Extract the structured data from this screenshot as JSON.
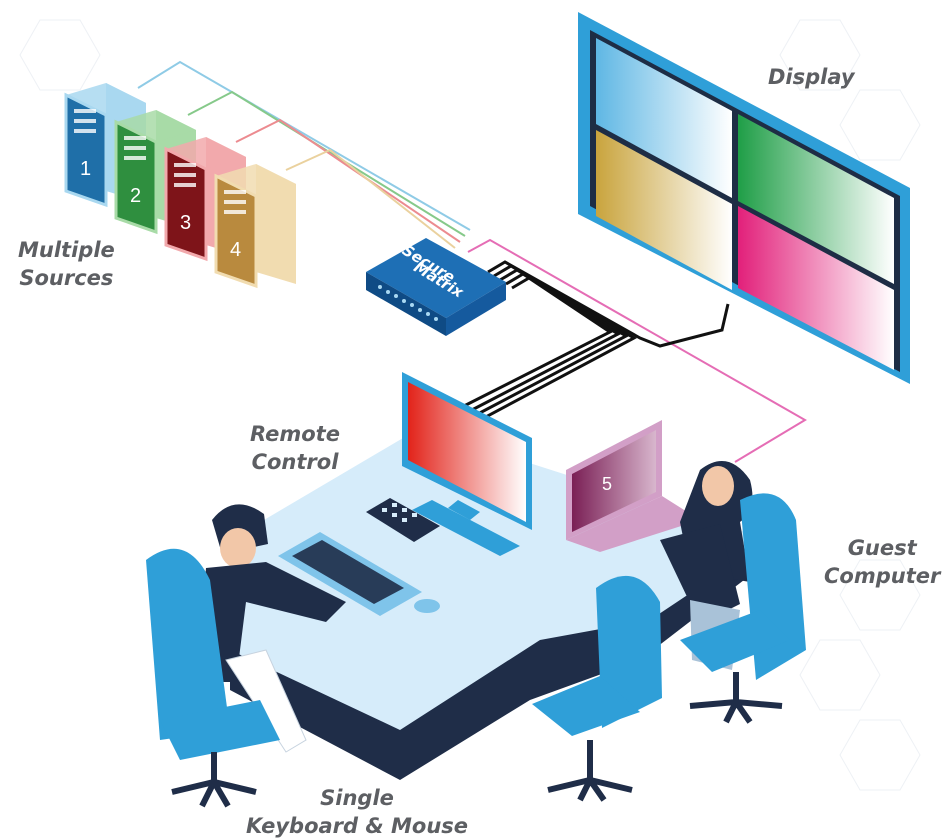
{
  "labels": {
    "display": "Display",
    "multiple_sources": [
      "Multiple",
      "Sources"
    ],
    "remote_control": [
      "Remote",
      "Control"
    ],
    "guest_computer": [
      "Guest",
      "Computer"
    ],
    "single_km": [
      "Single",
      "Keyboard & Mouse"
    ]
  },
  "matrix": {
    "line1": "Secure",
    "line2": "Matrix"
  },
  "sources": [
    {
      "number": "1",
      "color": "#4aa7d8"
    },
    {
      "number": "2",
      "color": "#5db560"
    },
    {
      "number": "3",
      "color": "#c4282e"
    },
    {
      "number": "4",
      "color": "#e4b46a"
    }
  ],
  "guest_laptop_number": "5",
  "colors": {
    "accent": "#2f9fd8",
    "desk": "#d6ecfa",
    "desk_base": "#1f2d48",
    "label_text": "#5d5f63",
    "cable_black": "#111111",
    "cable_pink": "#e56db5"
  }
}
